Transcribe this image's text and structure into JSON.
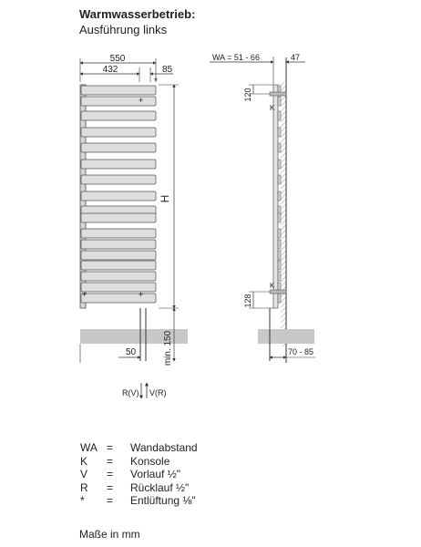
{
  "header": {
    "title": "Warmwasserbetrieb:",
    "subtitle": "Ausführung links"
  },
  "front_view": {
    "dim_550": "550",
    "dim_432": "432",
    "dim_85": "85",
    "dim_H": "H",
    "dim_50": "50",
    "dim_min150": "min. 150",
    "vent_marker": "*",
    "plus_marker": "+",
    "rv_label": "R(V)",
    "vr_label": "V(R)"
  },
  "side_view": {
    "dim_wa": "WA = 51 - 66",
    "dim_47": "47",
    "dim_120": "120",
    "dim_128": "128",
    "dim_70_85": "70 - 85",
    "k_upper": "K",
    "k_lower": "K"
  },
  "legend": {
    "items": [
      {
        "key": "WA",
        "eq": "=",
        "desc": "Wandabstand"
      },
      {
        "key": "K",
        "eq": "=",
        "desc": "Konsole"
      },
      {
        "key": "V",
        "eq": "=",
        "desc": "Vorlauf ½\""
      },
      {
        "key": "R",
        "eq": "=",
        "desc": "Rücklauf ½\""
      },
      {
        "key": "*",
        "eq": "=",
        "desc": "Entlüftung ⅛\""
      }
    ]
  },
  "footnote": "Maße in mm",
  "colors": {
    "line": "#333333",
    "bar_fill": "#dedede",
    "bar_stroke": "#555555",
    "ground": "#c8c8c8"
  }
}
